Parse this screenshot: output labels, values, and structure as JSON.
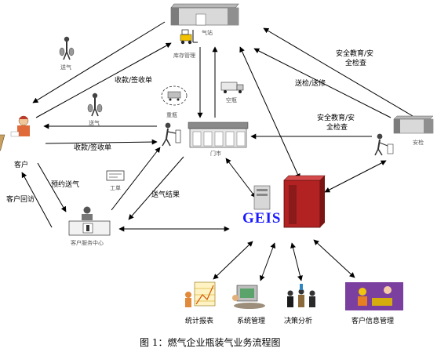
{
  "nodes": {
    "gas_station": "气站",
    "inventory": "库存管理",
    "deliver_gas_top": "送气",
    "heavy_bottles": "重瓶",
    "empty_bottles": "空瓶",
    "deliver_gas_mid": "送气",
    "store": "门市",
    "customer": "客户",
    "work_order": "工单",
    "service_center": "客户服务中心",
    "safety_check": "安检",
    "geis": "GEIS",
    "stats_report": "统计报表",
    "system_mgmt": "系统管理",
    "decision_analysis": "决策分析",
    "customer_info_mgmt": "客户信息管理"
  },
  "edges": {
    "payment_receipt_top": "收款/签收单",
    "payment_receipt_mid": "收款/签收单",
    "book_delivery": "预约送气",
    "customer_callback": "客户回访",
    "delivery_result": "送气结果",
    "safety_edu_top_line1": "安全教育/安",
    "safety_edu_top_line2": "全检查",
    "send_repair": "送检/送修",
    "safety_edu_mid_line1": "安全教育/安",
    "safety_edu_mid_line2": "全检查"
  },
  "caption": "图 1：燃气企业瓶装气业务流程图"
}
